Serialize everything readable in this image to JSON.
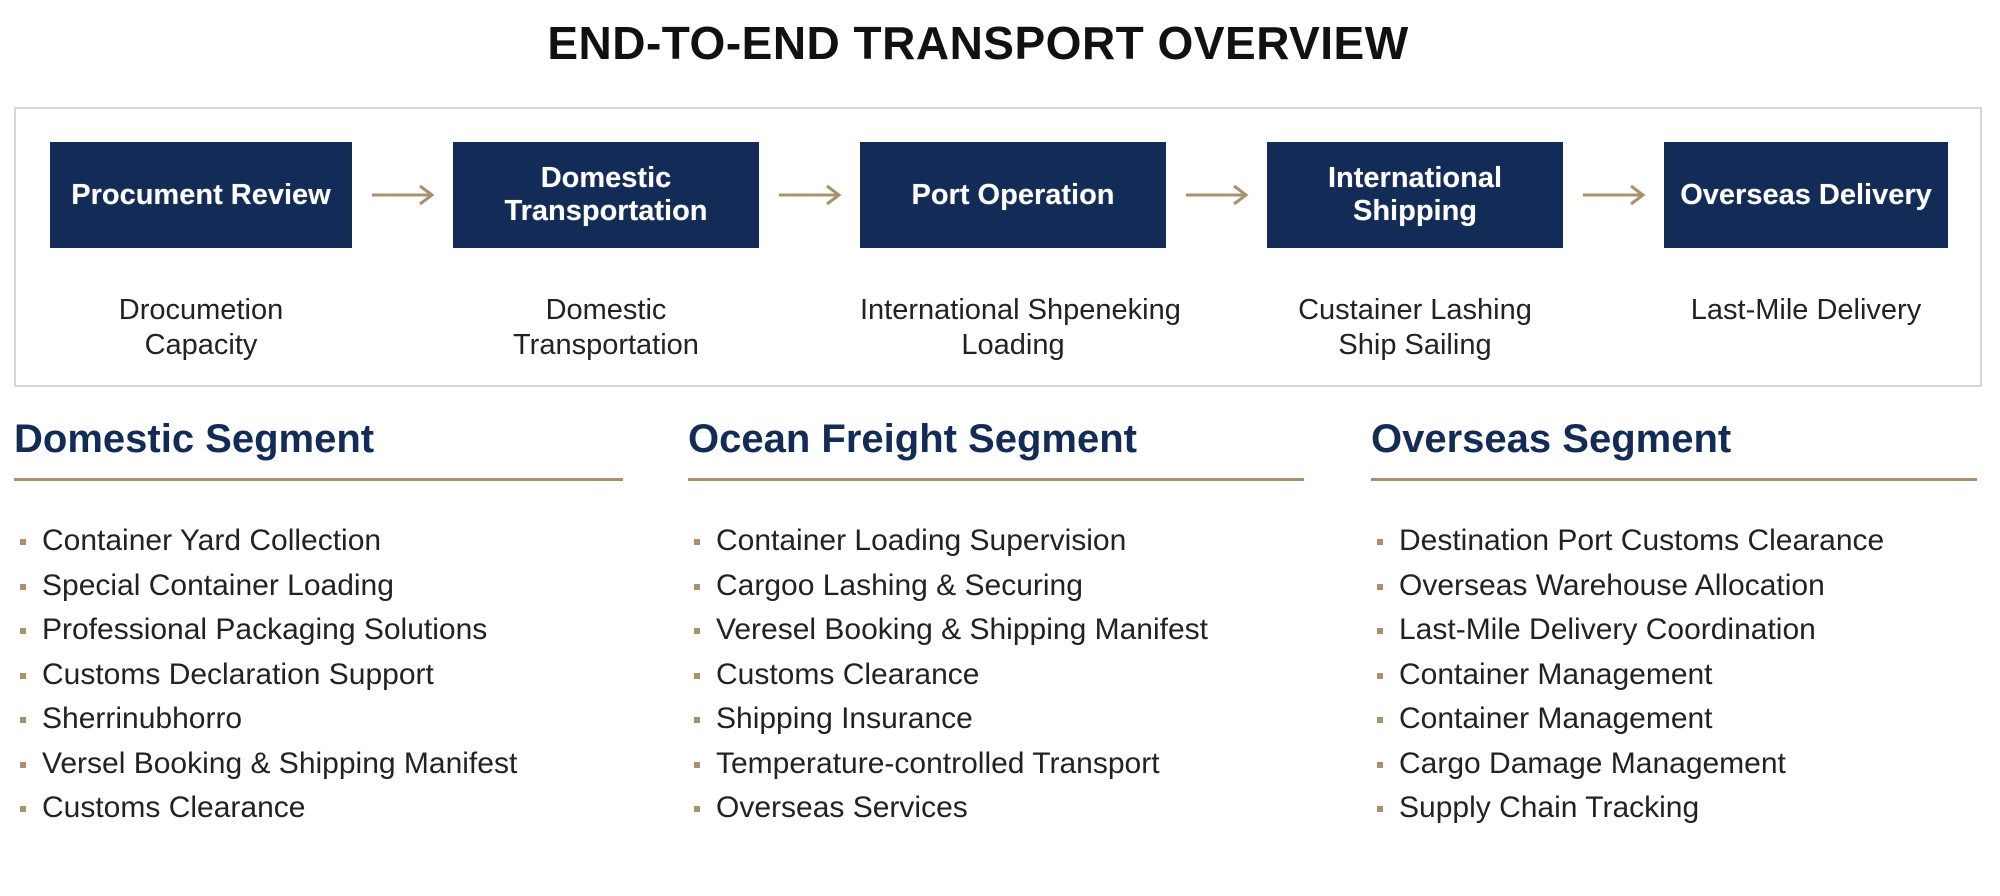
{
  "title": "END-TO-END TRANSPORT OVERVIEW",
  "stages": [
    {
      "label": "Procument Review",
      "description": [
        "Drocumetion",
        "Capacity"
      ]
    },
    {
      "label": "Domestic Transportation",
      "description": [
        "Domestic",
        "Transportation"
      ]
    },
    {
      "label": "Port Operation",
      "description": [
        "International Shpeneking",
        "Loading"
      ]
    },
    {
      "label": "International Shipping",
      "description": [
        "Custainer Lashing",
        "Ship Sailing"
      ]
    },
    {
      "label": "Overseas Delivery",
      "description": [
        "Last-Mile Delivery"
      ]
    }
  ],
  "segments": [
    {
      "title": "Domestic Segment",
      "items": [
        "Container Yard Collection",
        "Special Container Loading",
        "Professional Packaging Solutions",
        "Customs Declaration Support",
        "Sherrinubhorro",
        "Versel Booking & Shipping Manifest",
        "Customs Clearance"
      ]
    },
    {
      "title": "Ocean Freight Segment",
      "items": [
        "Container Loading Supervision",
        "Cargoo Lashing & Securing",
        "Veresel Booking & Shipping Manifest",
        "Customs Clearance",
        "Shipping Insurance",
        "Temperature-controlled Transport",
        "Overseas Services"
      ]
    },
    {
      "title": "Overseas Segment",
      "items": [
        "Destination Port Customs Clearance",
        "Overseas Warehouse Allocation",
        "Last-Mile Delivery Coordination",
        "Container Management",
        "Container Management",
        "Cargo Damage Management",
        "Supply Chain Tracking"
      ]
    }
  ],
  "colors": {
    "stage_fill": "#132c57",
    "heading": "#132c57",
    "accent": "#a8916c",
    "arrow": "#a8916c"
  }
}
